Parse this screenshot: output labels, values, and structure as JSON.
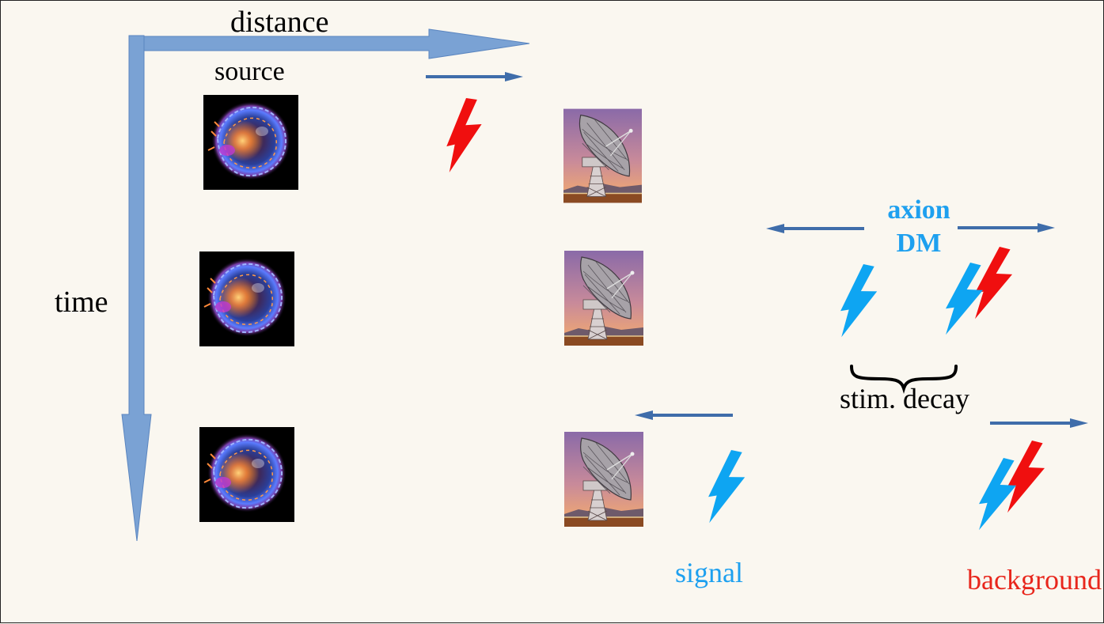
{
  "labels": {
    "distance": "distance",
    "source": "source",
    "time": "time",
    "axion_line1": "axion",
    "axion_line2": "DM",
    "stim_decay": "stim. decay",
    "signal": "signal",
    "background": "background"
  },
  "images": {
    "source_image": "supernova-remnant-image",
    "telescope_image": "radio-telescope-dish-image"
  },
  "colors": {
    "axis": "#7aa2d4",
    "arrow": "#3f6daa",
    "signal": "#1ea0ef",
    "background": "#e8261c",
    "text": "#000000",
    "page": "#faf7f0"
  }
}
